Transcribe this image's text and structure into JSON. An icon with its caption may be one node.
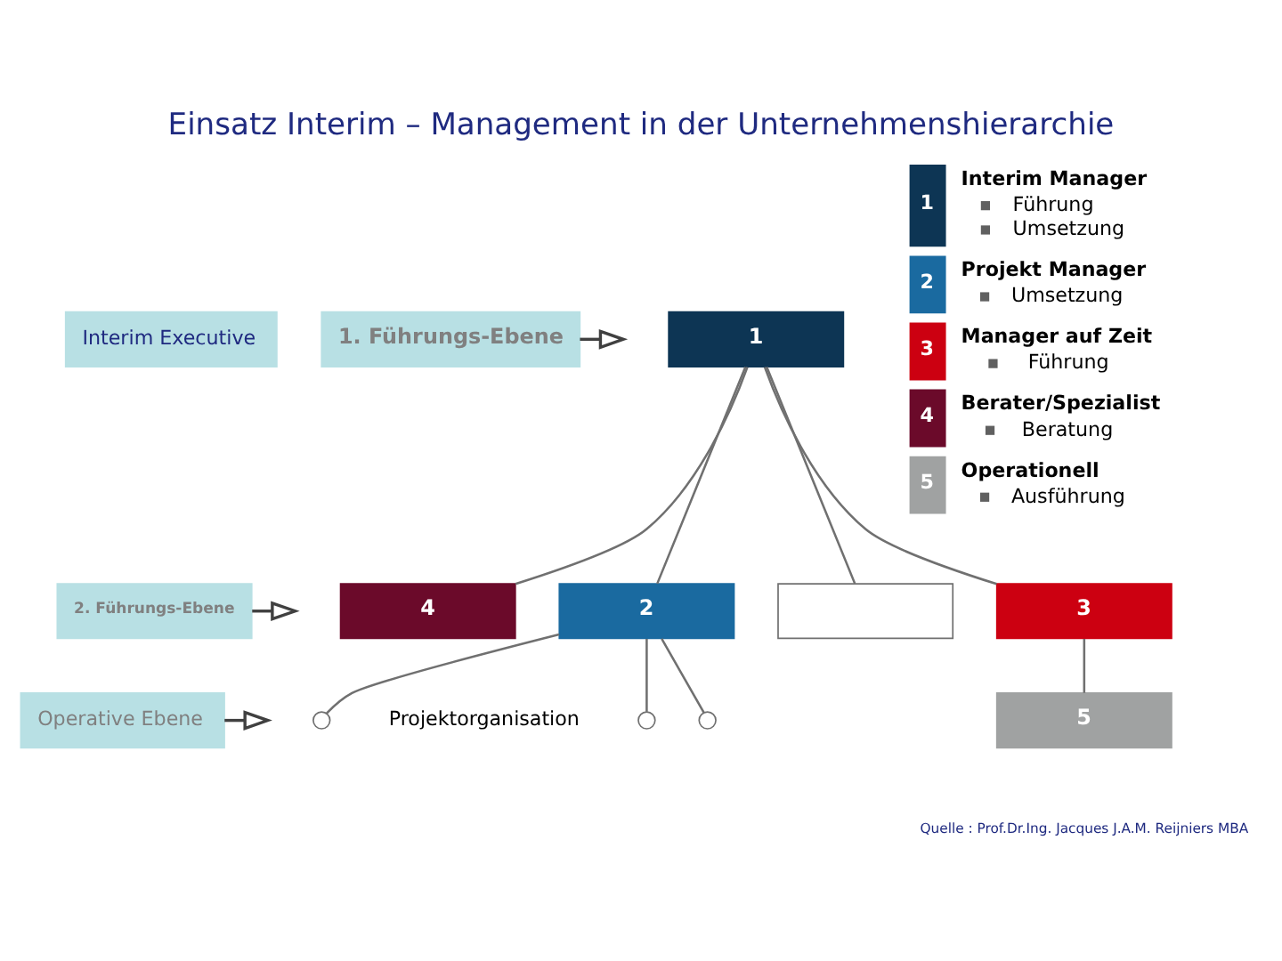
{
  "diagram": {
    "title": "Einsatz Interim – Management in der Unternehmenshierarchie",
    "nodes": [
      {
        "text": [
          "Interim Executive"
        ]
      },
      {
        "text": [
          "1. Führungs-Ebene"
        ]
      },
      {
        "text": [
          "2. Führungs-Ebene"
        ]
      },
      {
        "text": [
          "Operative Ebene"
        ]
      },
      {
        "text": [
          "1"
        ]
      },
      {
        "text": [
          "4"
        ]
      },
      {
        "text": [
          "2"
        ]
      },
      {
        "text": [],
        "shape": "box"
      },
      {
        "text": [
          "3"
        ]
      },
      {
        "text": [],
        "shape": "circle",
        "beside": [
          "Projektorganisation"
        ]
      },
      {
        "text": [],
        "shape": "circle"
      },
      {
        "text": [],
        "shape": "circle"
      },
      {
        "text": [
          "5"
        ]
      }
    ],
    "edges": [
      {
        "from": 1,
        "to": null,
        "arrow": "to"
      },
      {
        "from": 2,
        "to": null,
        "arrow": "to"
      },
      {
        "from": 3,
        "to": null,
        "arrow": "to"
      },
      {
        "from": 4,
        "to": 5,
        "arrow": "none"
      },
      {
        "from": 4,
        "to": 6,
        "arrow": "none"
      },
      {
        "from": 4,
        "to": 7,
        "arrow": "none"
      },
      {
        "from": 4,
        "to": 8,
        "arrow": "none"
      },
      {
        "from": 6,
        "to": 9,
        "arrow": "none"
      },
      {
        "from": 6,
        "to": 10,
        "arrow": "none"
      },
      {
        "from": 6,
        "to": 11,
        "arrow": "none"
      },
      {
        "from": 8,
        "to": 12,
        "arrow": "none"
      }
    ],
    "labels": [
      "1",
      "Führung",
      "Umsetzung",
      "2",
      "Umsetzung",
      "3",
      "Führung",
      "4",
      "Beratung",
      "5",
      "Ausführung",
      "Quelle : Prof.Dr.Ing. Jacques J.A.M. Reijniers MBA"
    ],
    "legend": [
      {
        "text": "Interim Manager",
        "color": "#0d3554"
      },
      {
        "text": "Projekt Manager",
        "color": "#1a6aa0"
      },
      {
        "text": "Manager auf Zeit",
        "color": "#cc0011"
      },
      {
        "text": "Berater/Spezialist",
        "color": "#6b0a2a"
      },
      {
        "text": "Operationell",
        "color": "#a0a2a2"
      }
    ]
  }
}
